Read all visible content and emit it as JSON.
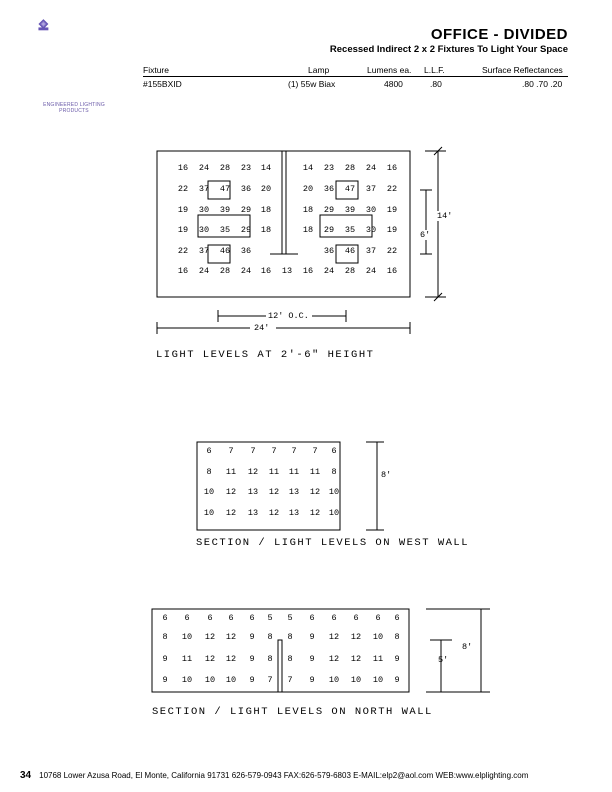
{
  "brand": {
    "logo_text": "ELP",
    "logo_subtext": "ENGINEERED LIGHTING PRODUCTS",
    "accent": "#6655b5",
    "accent_light": "#a79ad8"
  },
  "header": {
    "title": "OFFICE - DIVIDED",
    "subtitle": "Recessed Indirect 2 x 2 Fixtures To Light Your Space"
  },
  "spec": {
    "labels": {
      "fixture": "Fixture",
      "lamp": "Lamp",
      "lumens": "Lumens ea.",
      "llf": "L.L.F.",
      "reflect": "Surface Reflectances"
    },
    "values": {
      "fixture": "#155BXID",
      "lamp": "(1) 55w Biax",
      "lumens": "4800",
      "llf": ".80",
      "reflect": ".80 .70 .20"
    }
  },
  "plan": {
    "rows": [
      [
        "16",
        "24",
        "28",
        "23",
        "14",
        "14",
        "23",
        "28",
        "24",
        "16"
      ],
      [
        "22",
        "37",
        "47",
        "36",
        "20",
        "20",
        "36",
        "47",
        "37",
        "22"
      ],
      [
        "19",
        "30",
        "39",
        "29",
        "18",
        "18",
        "29",
        "39",
        "30",
        "19"
      ],
      [
        "19",
        "30",
        "35",
        "29",
        "18",
        "18",
        "29",
        "35",
        "30",
        "19"
      ],
      [
        "22",
        "37",
        "46",
        "36",
        "",
        "",
        "36",
        "46",
        "37",
        "22"
      ],
      [
        "16",
        "24",
        "28",
        "24",
        "16",
        "13",
        "16",
        "24",
        "28",
        "24",
        "16"
      ]
    ],
    "dim_height": "14'",
    "dim_fixture": "6'",
    "dim_oc": "12' O.C.",
    "dim_width": "24'",
    "caption": "LIGHT LEVELS AT 2'-6\" HEIGHT"
  },
  "west": {
    "rows": [
      [
        "6",
        "7",
        "7",
        "7",
        "7",
        "7",
        "6"
      ],
      [
        "8",
        "11",
        "12",
        "11",
        "11",
        "11",
        "8"
      ],
      [
        "10",
        "12",
        "13",
        "12",
        "13",
        "12",
        "10"
      ],
      [
        "10",
        "12",
        "13",
        "12",
        "13",
        "12",
        "10"
      ]
    ],
    "dim_height": "8'",
    "caption": "SECTION / LIGHT LEVELS ON WEST WALL"
  },
  "north": {
    "rows": [
      [
        "6",
        "6",
        "6",
        "6",
        "6",
        "5",
        "5",
        "6",
        "6",
        "6",
        "6",
        "6"
      ],
      [
        "8",
        "10",
        "12",
        "12",
        "9",
        "8",
        "8",
        "9",
        "12",
        "12",
        "10",
        "8"
      ],
      [
        "9",
        "11",
        "12",
        "12",
        "9",
        "8",
        "8",
        "9",
        "12",
        "12",
        "11",
        "9"
      ],
      [
        "9",
        "10",
        "10",
        "10",
        "9",
        "7",
        "7",
        "9",
        "10",
        "10",
        "10",
        "9"
      ]
    ],
    "dim_height": "8'",
    "dim_partition": "5'",
    "caption": "SECTION / LIGHT LEVELS ON NORTH WALL"
  },
  "footer": {
    "page": "34",
    "address": "10768 Lower Azusa Road, El Monte, California 91731  626-579-0943 FAX:626-579-6803  E-MAIL:elp2@aol.com  WEB:www.elplighting.com"
  }
}
